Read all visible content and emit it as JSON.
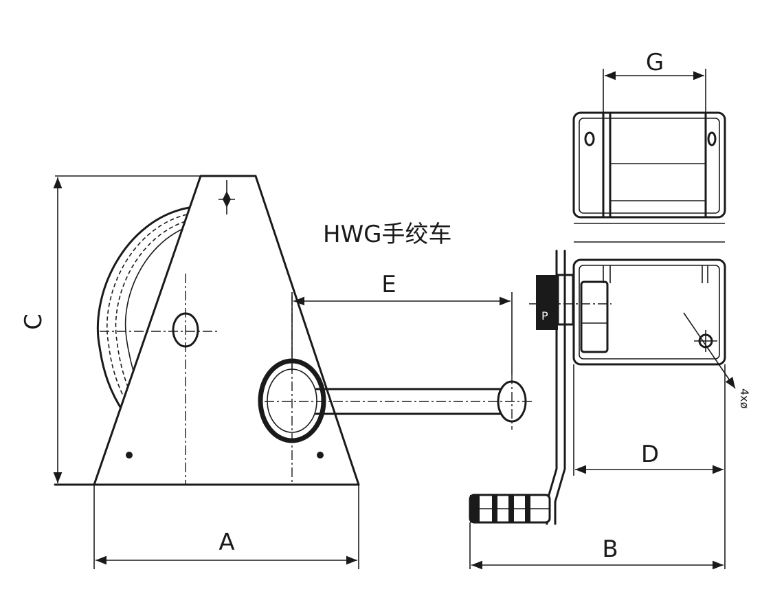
{
  "diagram": {
    "title": "HWG手绞车",
    "dimensions": {
      "A": "A",
      "B": "B",
      "C": "C",
      "D": "D",
      "E": "E",
      "G": "G"
    },
    "hole_note": "4xø",
    "gear_label": "P"
  },
  "colors": {
    "ink": "#1a1a1a",
    "background": "#ffffff"
  }
}
